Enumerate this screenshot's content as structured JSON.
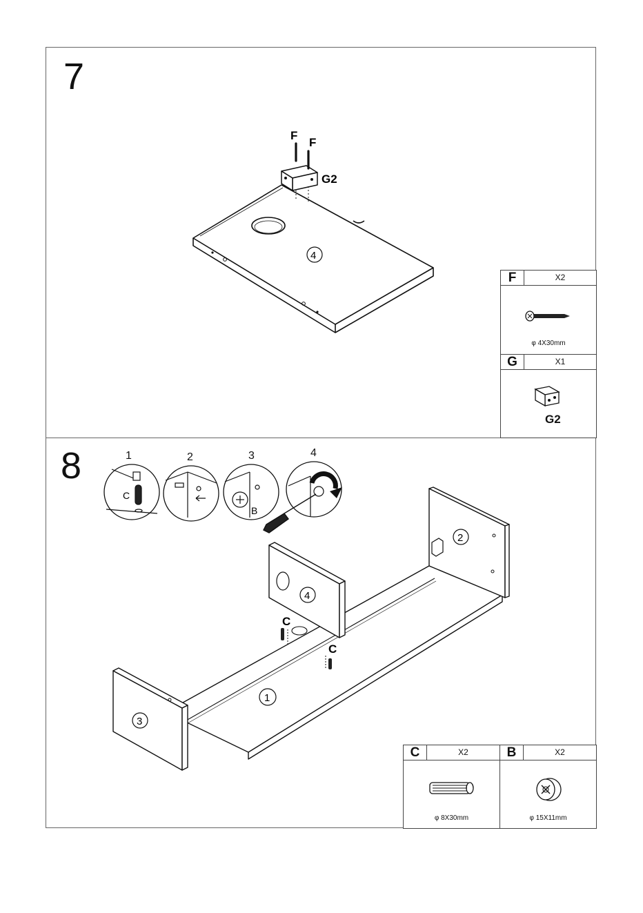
{
  "step7": {
    "number": "7",
    "labels": {
      "screw_a": "F",
      "screw_b": "F",
      "bracket": "G2",
      "panel": "4"
    },
    "parts": [
      {
        "letter": "F",
        "qty": "X2",
        "spec": "φ 4X30mm"
      },
      {
        "letter": "G",
        "qty": "X1",
        "label": "G2"
      }
    ]
  },
  "step8": {
    "number": "8",
    "substeps": [
      "1",
      "2",
      "3",
      "4"
    ],
    "detail_labels": {
      "dowel": "C",
      "cam": "B"
    },
    "panel_labels": {
      "base": "1",
      "right_side": "2",
      "left_side": "3",
      "divider": "4"
    },
    "dowel_labels": {
      "a": "C",
      "b": "C"
    },
    "parts": [
      {
        "letter": "C",
        "qty": "X2",
        "spec": "φ 8X30mm"
      },
      {
        "letter": "B",
        "qty": "X2",
        "spec": "φ 15X11mm"
      }
    ]
  }
}
